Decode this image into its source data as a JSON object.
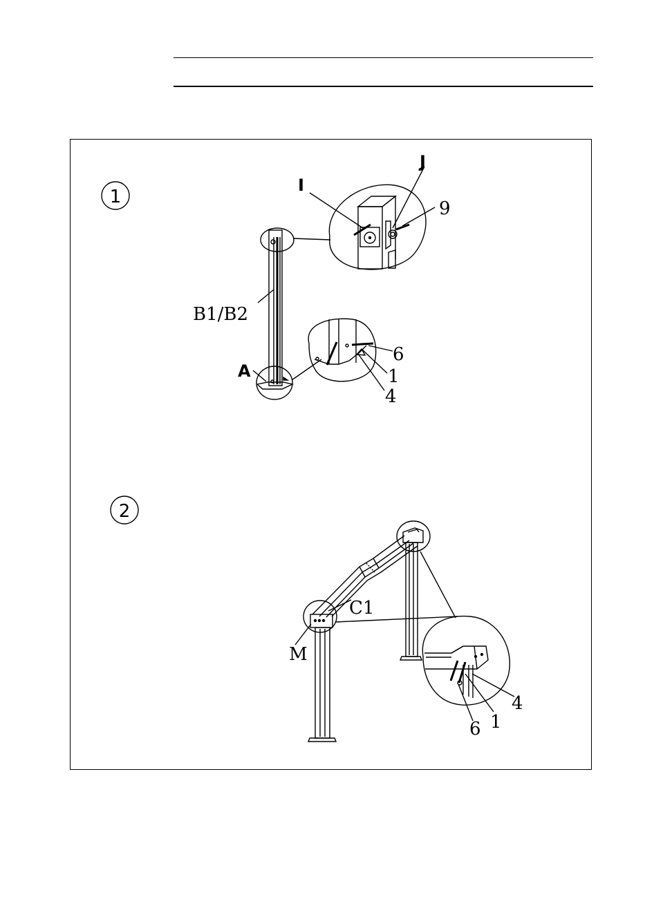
{
  "steps": [
    {
      "number": "1",
      "labels": {
        "I": "I",
        "J": "J",
        "nine": "9",
        "b1b2": "B1/B2",
        "A": "A",
        "six": "6",
        "one": "1",
        "four": "4"
      }
    },
    {
      "number": "2",
      "labels": {
        "C1": "C1",
        "M": "M",
        "four": "4",
        "one": "1",
        "six": "6"
      }
    }
  ],
  "colors": {
    "line": "#000000",
    "background": "#ffffff"
  }
}
